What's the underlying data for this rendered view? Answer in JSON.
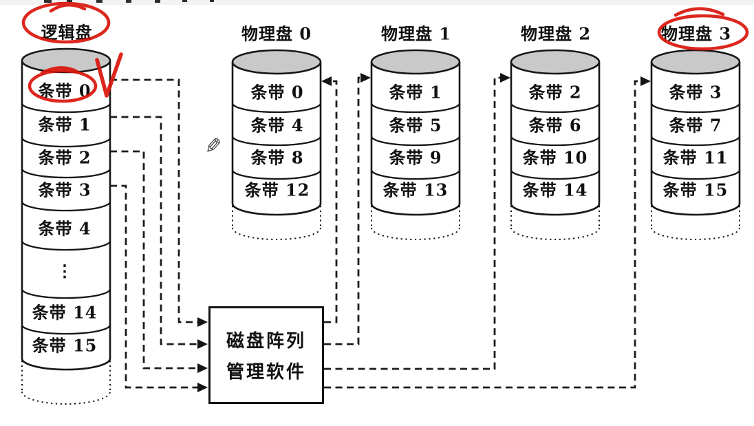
{
  "diagram": {
    "logical_disk": {
      "title": "逻辑盘",
      "stripes": [
        "条带 0",
        "条带 1",
        "条带 2",
        "条带 3",
        "条带 4",
        "条带 14",
        "条带 15"
      ],
      "ellipsis": "⋮"
    },
    "physical_disks": [
      {
        "title": "物理盘 0",
        "stripes": [
          "条带 0",
          "条带 4",
          "条带 8",
          "条带 12"
        ]
      },
      {
        "title": "物理盘 1",
        "stripes": [
          "条带 1",
          "条带 5",
          "条带 9",
          "条带 13"
        ]
      },
      {
        "title": "物理盘 2",
        "stripes": [
          "条带 2",
          "条带 6",
          "条带 10",
          "条带 14"
        ]
      },
      {
        "title": "物理盘 3",
        "stripes": [
          "条带 3",
          "条带 7",
          "条带 11",
          "条带 15"
        ]
      }
    ],
    "controller": {
      "line1": "磁盘阵列",
      "line2": "管理软件"
    },
    "annotations": {
      "circled_labels": [
        "逻辑盘",
        "条带 0",
        "物理盘 3"
      ],
      "checkmark_on": "条带 0",
      "ink_color": "#da150c"
    },
    "icons": {
      "pen_cursor": "✎"
    }
  }
}
